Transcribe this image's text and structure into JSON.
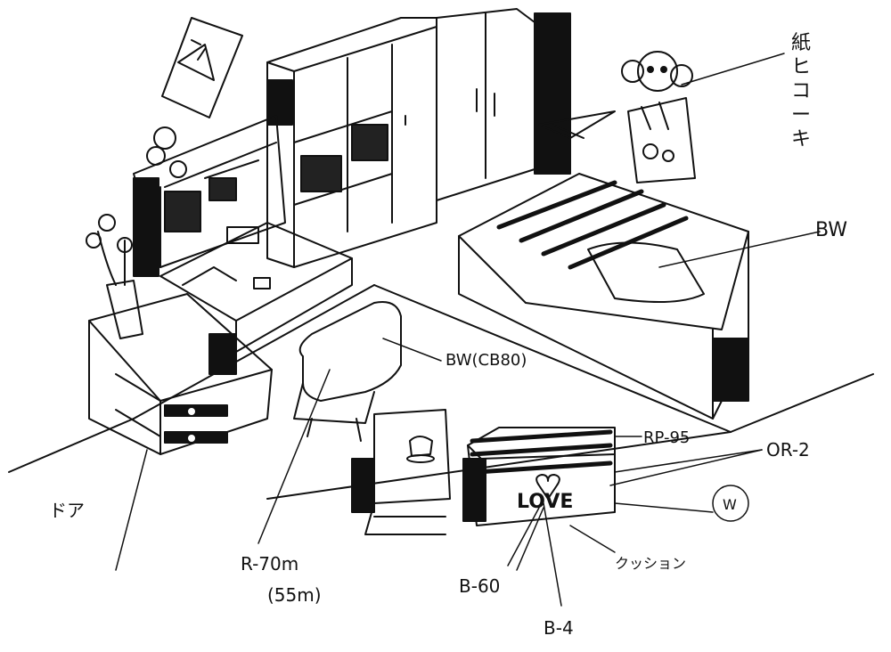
{
  "annotations": {
    "paper_plane": [
      "紙",
      "ヒ",
      "コ",
      "ー",
      "キ"
    ],
    "bw_top": "BW",
    "bw_cb80": "BW(CB80)",
    "rp95": "RP-95",
    "or2": "OR-2",
    "w_circle": "W",
    "cushion": "クッション",
    "b60": "B-60",
    "b4": "B-4",
    "r70m": "R-70m",
    "r55m": "(55m)",
    "door": "ドア",
    "love": "LOVE"
  },
  "colors": {
    "ink": "#111111",
    "paper": "#ffffff"
  }
}
